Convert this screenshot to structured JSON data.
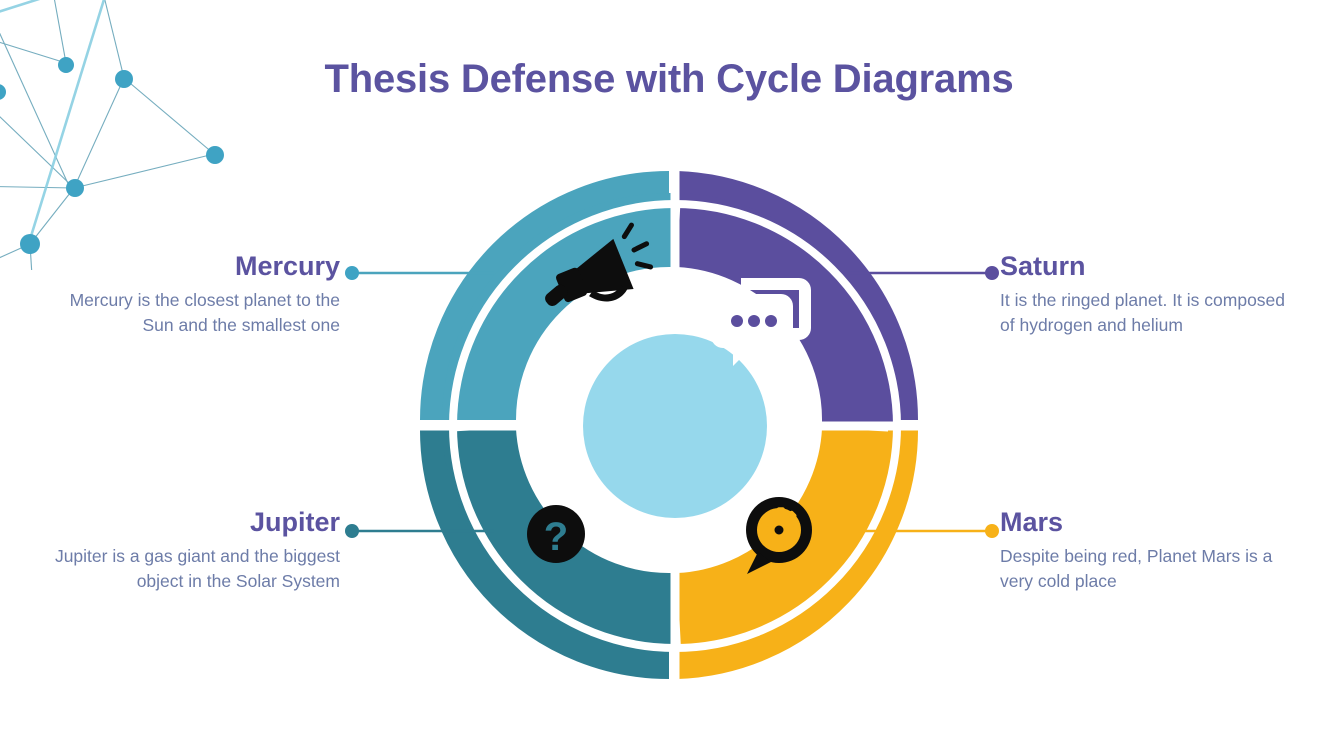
{
  "slide": {
    "title": "Thesis Defense with Cycle Diagrams",
    "background_color": "#FFFFFF",
    "title_color": "#5B53A0",
    "body_text_color": "#6D7CA8"
  },
  "decoration": {
    "network_graphic": "constellation-network",
    "node_color": "#3FA3C4",
    "line_color": "#5E9FB4"
  },
  "diagram": {
    "type": "cycle-donut",
    "center_circle_color": "#96D8EC",
    "gap_color": "#FFFFFF",
    "segments": [
      {
        "key": "mercury",
        "label": "Mercury",
        "description": "Mercury is the closest planet to the Sun and the smallest one",
        "color": "#4BA4BD",
        "icon": "megaphone-icon",
        "icon_color": "#0D0D0D",
        "position": "top-left",
        "side": "left"
      },
      {
        "key": "saturn",
        "label": "Saturn",
        "description": "It is the ringed planet. It is composed of hydrogen and helium",
        "color": "#5B4E9E",
        "icon": "chat-bubbles-icon",
        "icon_color": "#FFFFFF",
        "position": "top-right",
        "side": "right"
      },
      {
        "key": "mars",
        "label": "Mars",
        "description": "Despite being red, Planet Mars is a very cold place",
        "color": "#F7B118",
        "icon": "gear-speech-bubble-icon",
        "icon_color": "#0D0D0D",
        "position": "bottom-right",
        "side": "right"
      },
      {
        "key": "jupiter",
        "label": "Jupiter",
        "description": "Jupiter is a gas giant and the biggest object in the Solar System",
        "color": "#2E7D90",
        "icon": "question-mark-icon",
        "icon_color": "#0D0D0D",
        "position": "bottom-left",
        "side": "left"
      }
    ]
  },
  "connectors": [
    {
      "key": "mercury",
      "color": "#4BA4BD"
    },
    {
      "key": "jupiter",
      "color": "#2E7D90"
    },
    {
      "key": "saturn",
      "color": "#5B4E9E"
    },
    {
      "key": "mars",
      "color": "#F7B118"
    }
  ]
}
